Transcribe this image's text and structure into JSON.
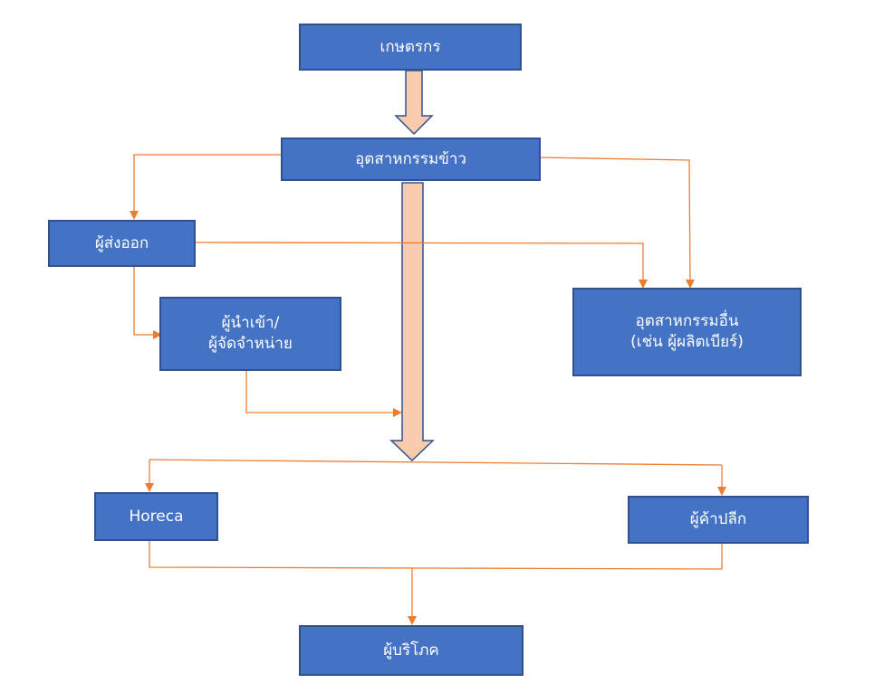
{
  "nodes": {
    "farmer": "เกษตรกร",
    "rice_industry": "อุตสาหกรรมข้าว",
    "exporter": "ผู้ส่งออก",
    "importer_line1": "ผู้นำเข้า/",
    "importer_line2": "ผู้จัดจำหน่าย",
    "other_industry_line1": "อุตสาหกรรมอื่น",
    "other_industry_line2": "(เช่น ผู้ผลิตเบียร์)",
    "horeca": "Horeca",
    "retailer": "ผู้ค้าปลีก",
    "consumer": "ผู้บริโภค"
  },
  "colors": {
    "box_fill": "#4472c4",
    "box_border": "#2f528f",
    "connector": "#ed7d31",
    "block_arrow_fill": "#f8cbad",
    "block_arrow_border": "#2f528f"
  }
}
